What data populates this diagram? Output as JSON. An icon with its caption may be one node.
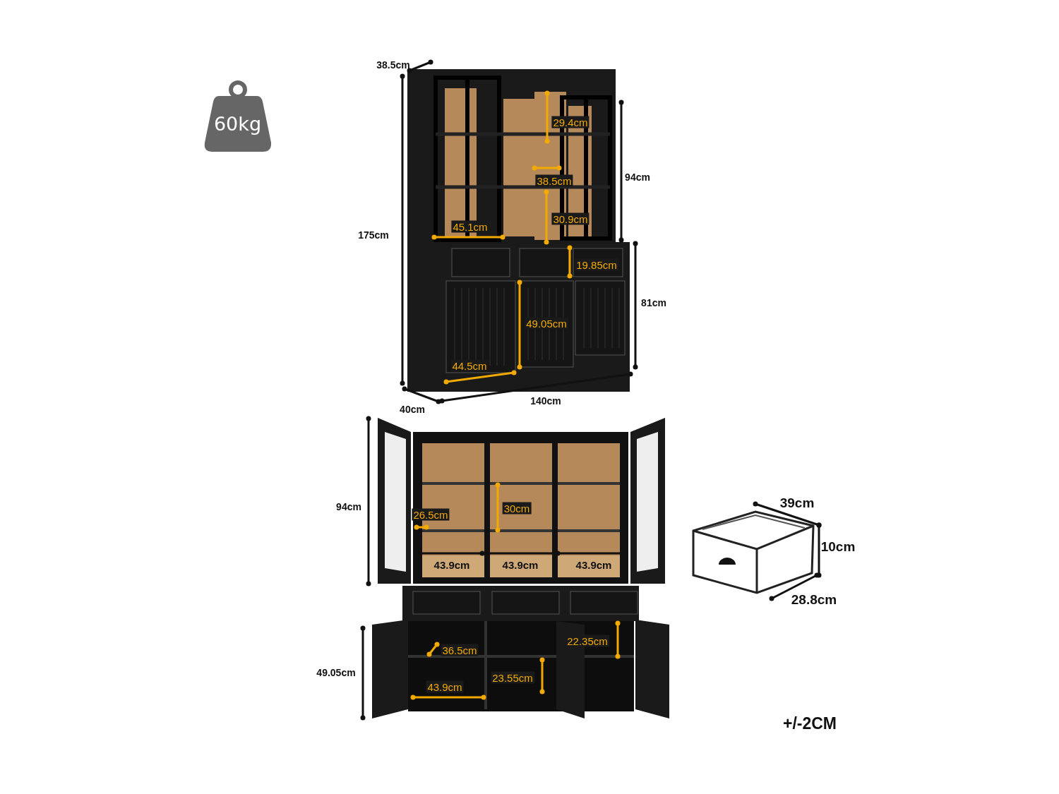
{
  "diagram": {
    "nodes": [
      {
        "text": [
          "60kg"
        ]
      }
    ],
    "labels": [
      "38.5cm",
      "29.4cm",
      "94cm",
      "38.5cm",
      "175cm",
      "30.9cm",
      "45.1cm",
      "19.85cm",
      "81cm",
      "49.05cm",
      "44.5cm",
      "140cm",
      "40cm",
      "94cm",
      "39cm",
      "30cm",
      "26.5cm",
      "10cm",
      "43.9cm",
      "43.9cm",
      "43.9cm",
      "28.8cm",
      "36.5cm",
      "22.35cm",
      "49.05cm",
      "23.55cm",
      "43.9cm",
      "+/-2CM"
    ]
  }
}
